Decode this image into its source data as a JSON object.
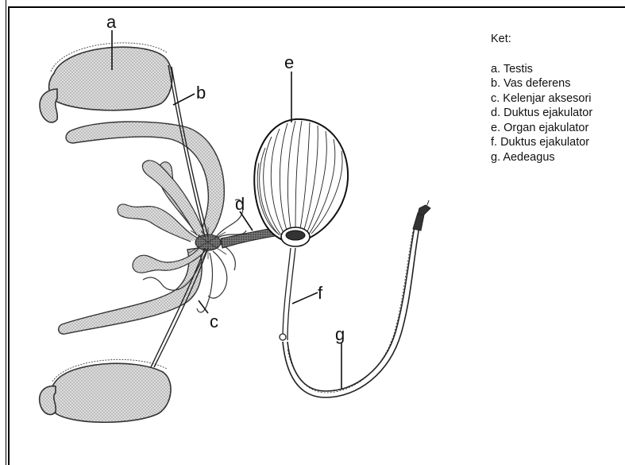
{
  "diagram": {
    "labels": {
      "a": "a",
      "b": "b",
      "c": "c",
      "d": "d",
      "e": "e",
      "f": "f",
      "g": "g"
    }
  },
  "legend": {
    "title": "Ket:",
    "items": [
      "a. Testis",
      "b. Vas deferens",
      "c. Kelenjar aksesori",
      "d. Duktus ejakulator",
      "e. Organ ejakulator",
      "f. Duktus ejakulator",
      "g. Aedeagus"
    ]
  }
}
